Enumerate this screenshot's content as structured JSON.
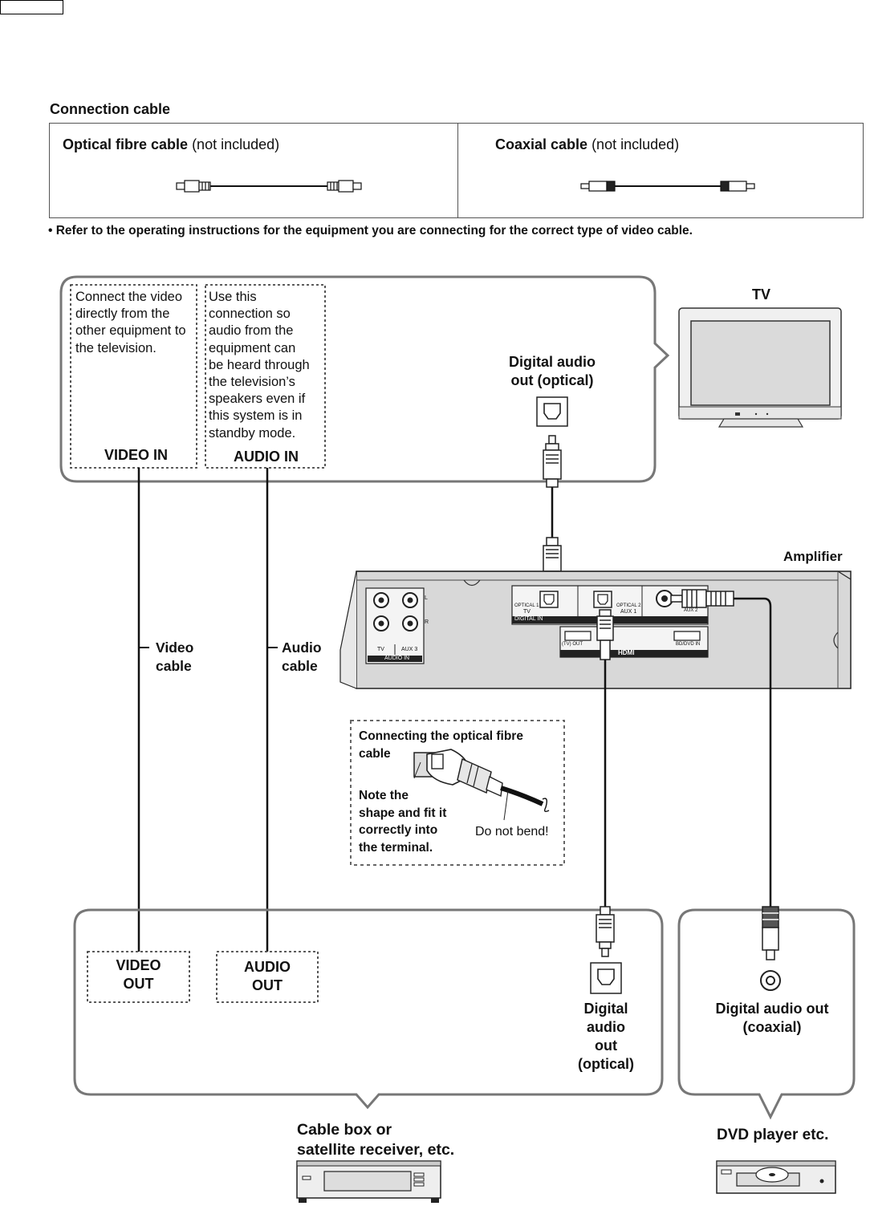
{
  "connection_cable": {
    "title": "Connection cable",
    "optical": {
      "name": "Optical fibre cable",
      "suffix": " (not included)"
    },
    "coaxial": {
      "name": "Coaxial cable",
      "suffix": " (not included)"
    }
  },
  "note": "•  Refer to the operating instructions for the equipment you are connecting for the correct type of video cable.",
  "tv_box": {
    "video_desc": [
      "Connect the video",
      "directly from the",
      "other equipment to",
      "the television."
    ],
    "video_in": "VIDEO IN",
    "audio_desc": [
      "Use this",
      "connection so",
      "audio from the",
      "equipment can",
      "be heard through",
      "the television’s",
      "speakers even if",
      "this system is in",
      "standby mode."
    ],
    "audio_in": "AUDIO IN",
    "digital_out": [
      "Digital audio",
      "out (optical)"
    ],
    "tv_label": "TV"
  },
  "amplifier": {
    "label": "Amplifier",
    "panel_labels": {
      "tv": "TV",
      "aux3": "AUX 3",
      "audio_in": "AUDIO IN",
      "optical1": "OPTICAL 1",
      "optical2": "OPTICAL 2",
      "tv2": "TV",
      "aux1": "AUX 1",
      "aux2": "AUX 2",
      "digital_in": "DIGITAL  IN",
      "tv_out": "(TV) OUT",
      "bd_dvd_in": "BD/DVD  IN",
      "hdmi": "HDMI",
      "l": "L",
      "r": "R"
    }
  },
  "cables": {
    "video": [
      "Video",
      "cable"
    ],
    "audio": [
      "Audio",
      "cable"
    ]
  },
  "inset": {
    "title": [
      "Connecting the optical fibre",
      "cable"
    ],
    "note": [
      "Note the",
      "shape and fit it",
      "correctly into",
      "the terminal."
    ],
    "warning": "Do not bend!"
  },
  "source_box": {
    "video_out": [
      "VIDEO",
      "OUT"
    ],
    "audio_out": [
      "AUDIO",
      "OUT"
    ],
    "digital_out": [
      "Digital",
      "audio",
      "out",
      "(optical)"
    ],
    "label": [
      "Cable box or",
      "satellite receiver, etc."
    ]
  },
  "dvd_box": {
    "digital_out": [
      "Digital audio out",
      "(coaxial)"
    ],
    "label": "DVD player etc."
  }
}
